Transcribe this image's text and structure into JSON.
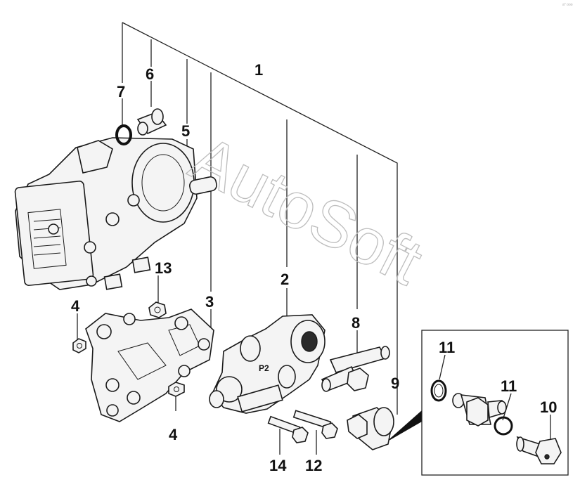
{
  "callouts": {
    "c1": "1",
    "c2": "2",
    "c3": "3",
    "c4a": "4",
    "c4b": "4",
    "c5": "5",
    "c6": "6",
    "c7": "7",
    "c8": "8",
    "c9": "9",
    "c10": "10",
    "c11a": "11",
    "c11b": "11",
    "c12": "12",
    "c13": "13",
    "c14": "14"
  },
  "watermark": "AutoSoft",
  "corner_mark": "a° ooo",
  "housing_mark": "P2"
}
